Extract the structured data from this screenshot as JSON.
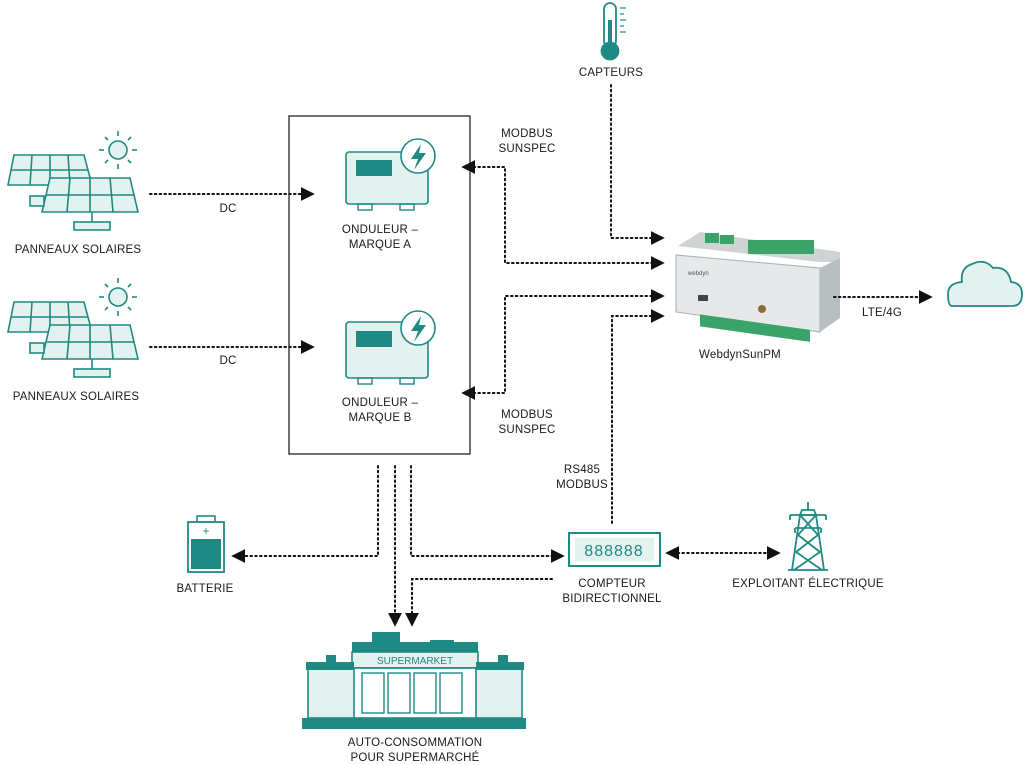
{
  "labels": {
    "solar_top": "PANNEAUX SOLAIRES",
    "solar_bottom": "PANNEAUX SOLAIRES",
    "dc_top": "DC",
    "dc_bottom": "DC",
    "inverter_a_line1": "ONDULEUR –",
    "inverter_a_line2": "MARQUE A",
    "inverter_b_line1": "ONDULEUR –",
    "inverter_b_line2": "MARQUE B",
    "modbus_top_line1": "MODBUS",
    "modbus_top_line2": "SUNSPEC",
    "modbus_bottom_line1": "MODBUS",
    "modbus_bottom_line2": "SUNSPEC",
    "sensors": "CAPTEURS",
    "gateway": "WebdynSunPM",
    "gateway_brand": "webdyn",
    "lte": "LTE/4G",
    "rs485_line1": "RS485",
    "rs485_line2": "MODBUS",
    "meter_display": "888888",
    "meter_line1": "COMPTEUR",
    "meter_line2": "BIDIRECTIONNEL",
    "grid_operator": "EXPLOITANT ÉLECTRIQUE",
    "battery": "BATTERIE",
    "battery_sign": "+",
    "supermarket_sign": "SUPERMARKET",
    "consumption_line1": "AUTO-CONSOMMATION",
    "consumption_line2": "POUR SUPERMARCHÉ"
  },
  "colors": {
    "teal": "#1f8a84",
    "teal_light": "#e3f1ef",
    "outline": "#111111",
    "device_grey": "#d9dcdd",
    "terminal_green": "#3aa36a"
  },
  "icons": [
    "solar-panel-icon",
    "sun-icon",
    "inverter-icon",
    "lightning-icon",
    "thermometer-icon",
    "gateway-device-icon",
    "cloud-icon",
    "meter-icon",
    "pylon-icon",
    "battery-icon",
    "supermarket-icon"
  ]
}
